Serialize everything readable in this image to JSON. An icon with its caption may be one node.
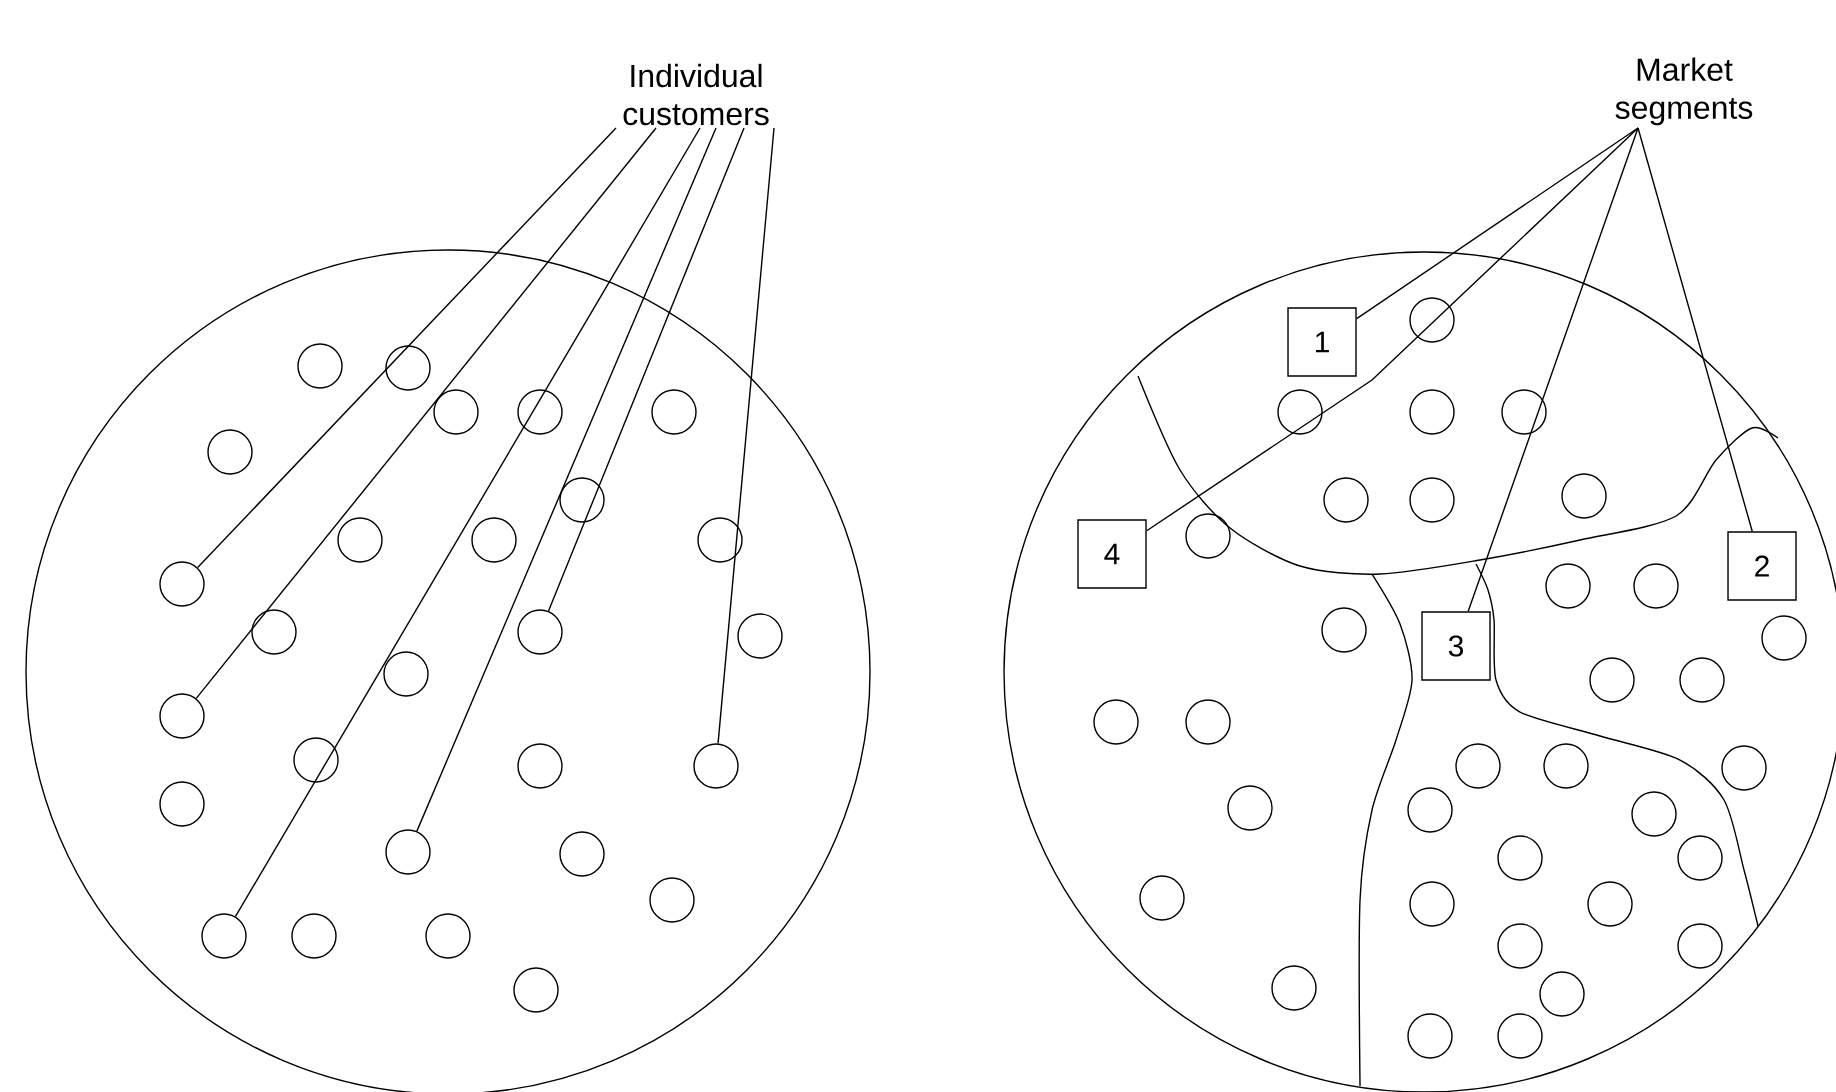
{
  "diagram": {
    "nodes": [
      {
        "text": [
          "Individual customers"
        ]
      },
      {
        "text": [],
        "shape": "circle"
      },
      {
        "text": [],
        "shape": "circle"
      },
      {
        "text": [],
        "shape": "circle"
      },
      {
        "text": [],
        "shape": "circle"
      },
      {
        "text": [],
        "shape": "circle"
      },
      {
        "text": [],
        "shape": "circle"
      },
      {
        "text": [
          "Market segments"
        ]
      },
      {
        "text": [
          "1"
        ]
      },
      {
        "text": [
          "2"
        ]
      },
      {
        "text": [
          "3"
        ]
      },
      {
        "text": [
          "4"
        ]
      }
    ],
    "edges": [
      {
        "from": 0,
        "to": 1,
        "arrow": "none"
      },
      {
        "from": 0,
        "to": 2,
        "arrow": "none"
      },
      {
        "from": 0,
        "to": 3,
        "arrow": "none"
      },
      {
        "from": 0,
        "to": 4,
        "arrow": "none"
      },
      {
        "from": 0,
        "to": 5,
        "arrow": "none"
      },
      {
        "from": 0,
        "to": 6,
        "arrow": "none"
      },
      {
        "from": 7,
        "to": 8,
        "arrow": "none"
      },
      {
        "from": 7,
        "to": 9,
        "arrow": "none"
      },
      {
        "from": 7,
        "to": 10,
        "arrow": "none"
      },
      {
        "from": 7,
        "to": 11,
        "arrow": "none"
      }
    ]
  }
}
